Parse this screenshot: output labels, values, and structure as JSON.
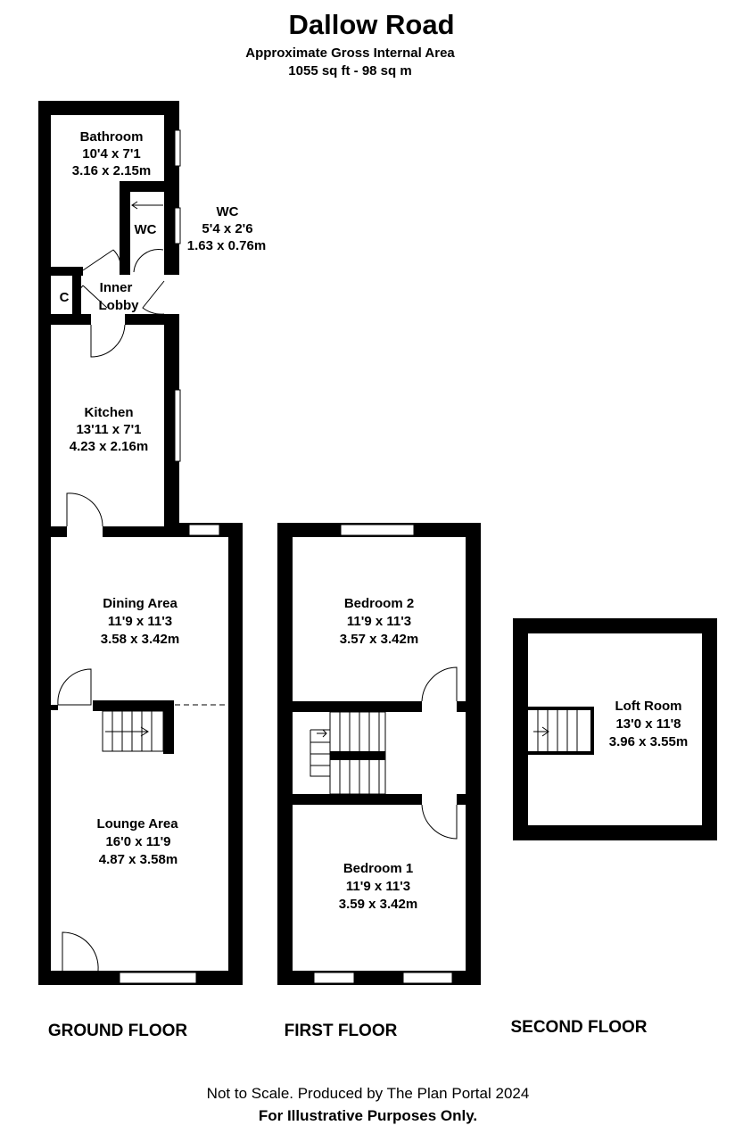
{
  "header": {
    "title": "Dallow Road",
    "subtitle": "Approximate Gross Internal Area",
    "area": "1055 sq ft - 98 sq m"
  },
  "rooms": {
    "bathroom": {
      "name": "Bathroom",
      "imperial": "10'4 x 7'1",
      "metric": "3.16 x 2.15m"
    },
    "wc_inner": {
      "name": "WC"
    },
    "wc": {
      "name": "WC",
      "imperial": "5'4 x 2'6",
      "metric": "1.63 x 0.76m"
    },
    "cupboard": {
      "name": "C"
    },
    "inner_lobby": {
      "line1": "Inner",
      "line2": "Lobby"
    },
    "kitchen": {
      "name": "Kitchen",
      "imperial": "13'11 x 7'1",
      "metric": "4.23 x 2.16m"
    },
    "dining": {
      "name": "Dining Area",
      "imperial": "11'9 x 11'3",
      "metric": "3.58 x 3.42m"
    },
    "lounge": {
      "name": "Lounge Area",
      "imperial": "16'0 x 11'9",
      "metric": "4.87 x 3.58m"
    },
    "bedroom2": {
      "name": "Bedroom 2",
      "imperial": "11'9 x 11'3",
      "metric": "3.57 x 3.42m"
    },
    "bedroom1": {
      "name": "Bedroom 1",
      "imperial": "11'9 x 11'3",
      "metric": "3.59 x 3.42m"
    },
    "loft": {
      "name": "Loft Room",
      "imperial": "13'0 x 11'8",
      "metric": "3.96 x 3.55m"
    }
  },
  "floors": {
    "ground": "GROUND FLOOR",
    "first": "FIRST FLOOR",
    "second": "SECOND FLOOR"
  },
  "footer": {
    "note": "Not to Scale. Produced by The Plan Portal 2024",
    "disclaimer": "For Illustrative Purposes Only."
  }
}
